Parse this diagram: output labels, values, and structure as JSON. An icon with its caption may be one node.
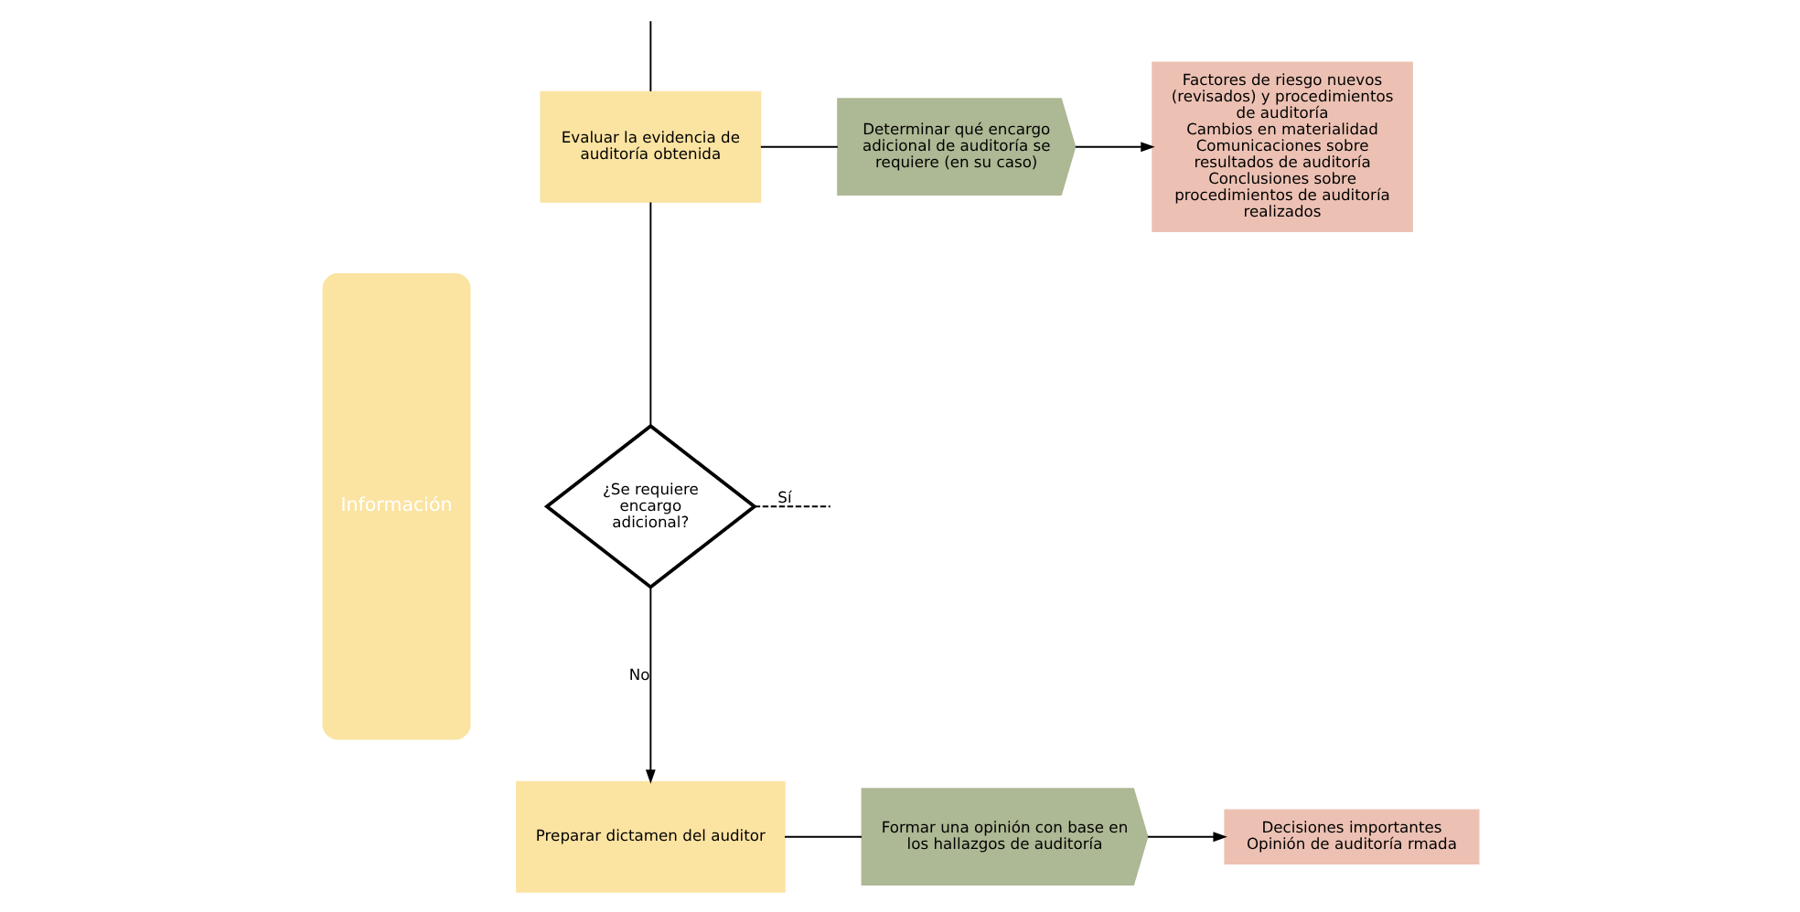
{
  "diagram": {
    "nodes": [
      {
        "text": [
          "Información"
        ]
      },
      {
        "text": [
          "Evaluar la evidencia de auditoría obtenida"
        ]
      },
      {
        "text": [
          "Determinar qué encargo adicional de auditoría se requiere (en su caso)"
        ]
      },
      {
        "text": [
          "Factores de riesgo nuevos (revisados) y procedimientos de auditoría",
          "Cambios en materialidad",
          "Comunicaciones sobre resultados de auditoría",
          "Conclusiones sobre procedimientos de auditoría realizados"
        ]
      },
      {
        "text": [
          "¿Se requiere encargo adicional?"
        ]
      },
      {
        "text": [
          "Preparar dictamen del auditor"
        ]
      },
      {
        "text": [
          "Formar una opinión con base en los hallazgos de auditoría"
        ]
      },
      {
        "text": [
          "Decisiones importantes",
          "Opinión de auditoría rmada"
        ]
      }
    ],
    "edges": [
      {
        "from": null,
        "to": 1,
        "arrow": "none"
      },
      {
        "from": 1,
        "to": 2,
        "arrow": "none"
      },
      {
        "from": 2,
        "to": 3,
        "arrow": "to"
      },
      {
        "from": 1,
        "to": 4,
        "arrow": "none"
      },
      {
        "from": 4,
        "to": 5,
        "arrow": "to",
        "label": "No"
      },
      {
        "from": 4,
        "to": null,
        "arrow": "none",
        "label": "Sí",
        "style": "dashed"
      },
      {
        "from": 5,
        "to": 6,
        "arrow": "none"
      },
      {
        "from": 6,
        "to": 7,
        "arrow": "to"
      }
    ]
  }
}
